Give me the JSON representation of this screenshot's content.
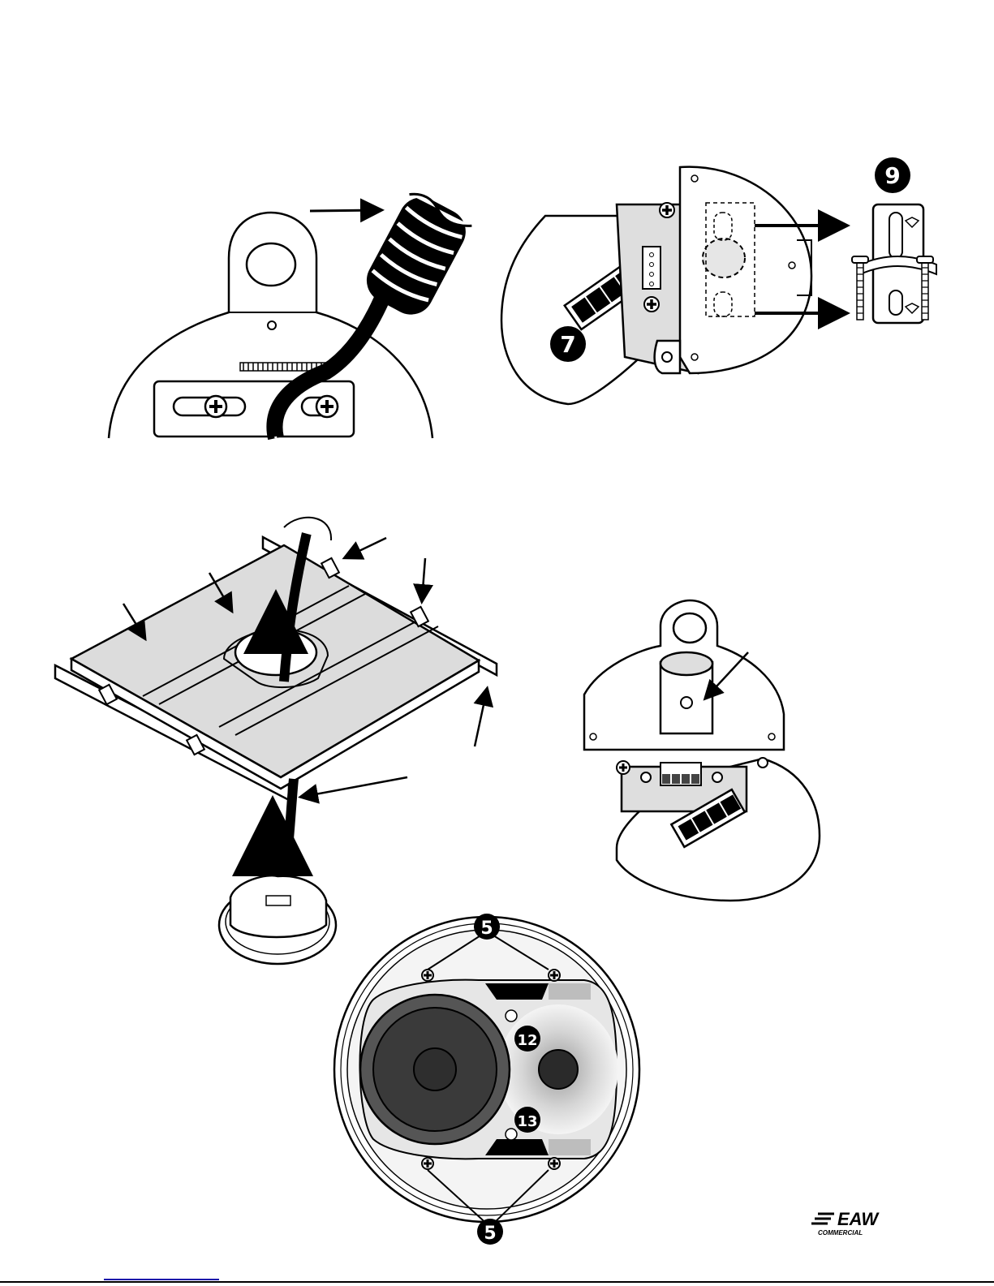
{
  "callouts": {
    "seven": "7",
    "nine": "9",
    "five_top": "5",
    "five_bottom": "5",
    "twelve": "12",
    "thirteen": "13"
  },
  "logo": {
    "brand": "EAW",
    "sub": "COMMERCIAL"
  },
  "colors": {
    "ink": "#000000",
    "panel_gray": "#d9d9d9",
    "dark_gray": "#3a3a3a",
    "link_blue": "#1a0dab"
  }
}
